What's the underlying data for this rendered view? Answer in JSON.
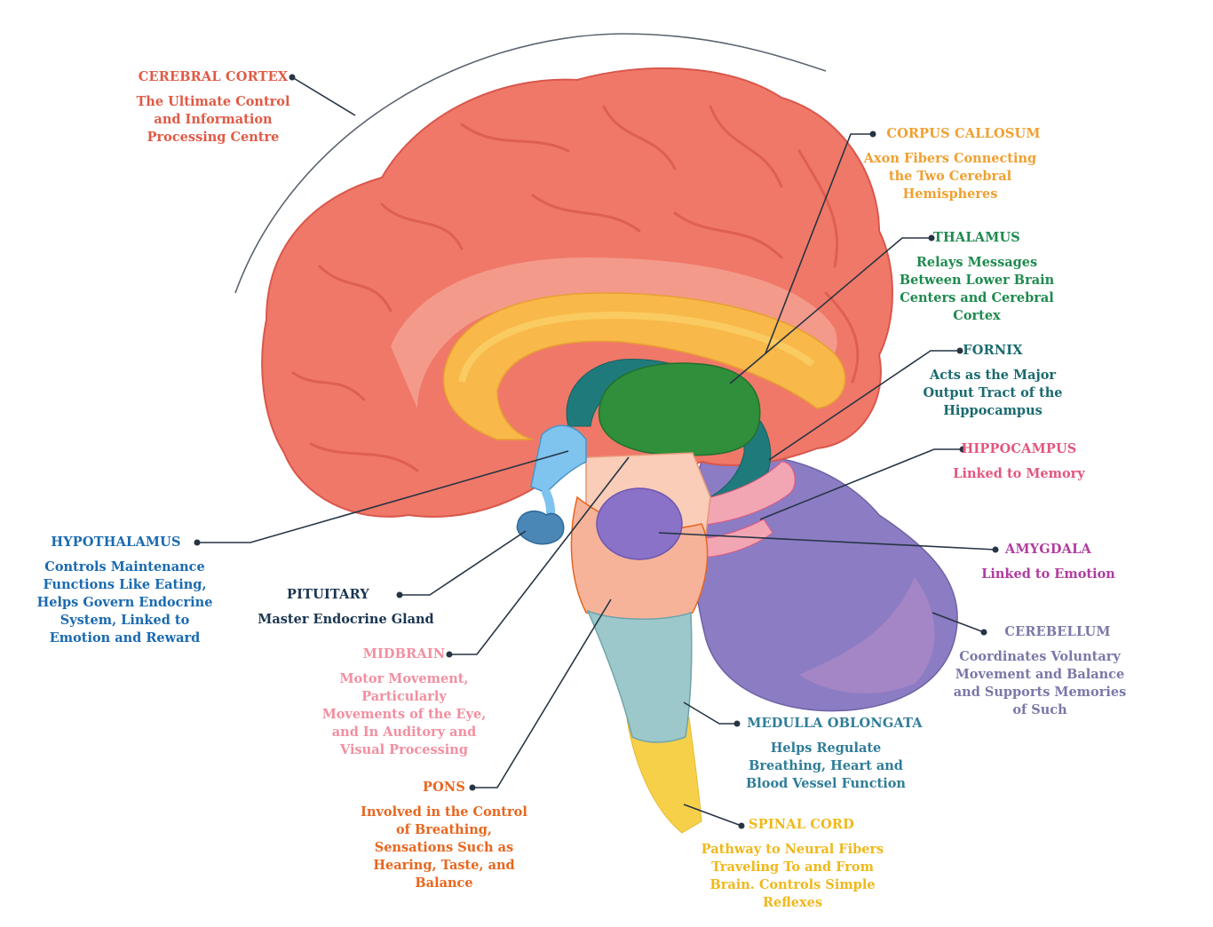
{
  "colors": {
    "cortex": "#f07868",
    "cortex_dark": "#d9574c",
    "corpus": "#f8b84a",
    "thalamus": "#2f8f3a",
    "fornix": "#1f7b7b",
    "hippocampus": "#f2a6b4",
    "amygdala": "#8a72c8",
    "cerebellum": "#8c7cc3",
    "medulla": "#9cc8cc",
    "spinal": "#f7d04a",
    "hypothalamus": "#7fc3ef",
    "pituitary": "#4a86b6",
    "midbrain": "#f9cdb7",
    "pons": "#f6b39a"
  },
  "labels": {
    "cerebral_cortex": {
      "title": "CEREBRAL CORTEX",
      "desc": "The Ultimate Control\nand Information\nProcessing  Centre",
      "color": "#e05a45"
    },
    "corpus_callosum": {
      "title": "CORPUS CALLOSUM",
      "desc": "Axon Fibers Connecting\nthe Two Cerebral\nHemispheres",
      "color": "#f0a030"
    },
    "thalamus": {
      "title": "THALAMUS",
      "desc": "Relays Messages\nBetween Lower Brain\nCenters and Cerebral\nCortex",
      "color": "#1e8a4e"
    },
    "fornix": {
      "title": "FORNIX",
      "desc": "Acts as the Major\nOutput Tract of the\nHippocampus",
      "color": "#1a6a6e"
    },
    "hippocampus": {
      "title": "HIPPOCAMPUS",
      "desc": "Linked to Memory",
      "color": "#e2577e"
    },
    "amygdala": {
      "title": "AMYGDALA",
      "desc": "Linked to Emotion",
      "color": "#b03da0"
    },
    "cerebellum": {
      "title": "CEREBELLUM",
      "desc": "Coordinates Voluntary\nMovement and Balance\nand Supports Memories\nof Such",
      "color": "#7a78a8"
    },
    "medulla": {
      "title": "MEDULLA OBLONGATA",
      "desc": "Helps Regulate\nBreathing, Heart and\nBlood Vessel Function",
      "color": "#2f7d98"
    },
    "spinal_cord": {
      "title": "SPINAL CORD",
      "desc": "Pathway to Neural Fibers\nTraveling To and From\nBrain. Controls Simple\nReflexes",
      "color": "#f0b81a"
    },
    "pons": {
      "title": "PONS",
      "desc": "Involved in the Control\nof Breathing,\nSensations Such as\nHearing, Taste, and\nBalance",
      "color": "#e8661e"
    },
    "midbrain": {
      "title": "MIDBRAIN",
      "desc": "Motor Movement,\nParticularly\nMovements of the Eye,\nand In Auditory and\nVisual Processing",
      "color": "#f28fa0"
    },
    "pituitary": {
      "title": "PITUITARY",
      "desc": "Master Endocrine Gland",
      "color": "#1a3550"
    },
    "hypothalamus": {
      "title": "HYPOTHALAMUS",
      "desc": "Controls Maintenance\nFunctions Like Eating,\nHelps Govern Endocrine\nSystem, Linked to\nEmotion and Reward",
      "color": "#1a6ab0"
    }
  }
}
